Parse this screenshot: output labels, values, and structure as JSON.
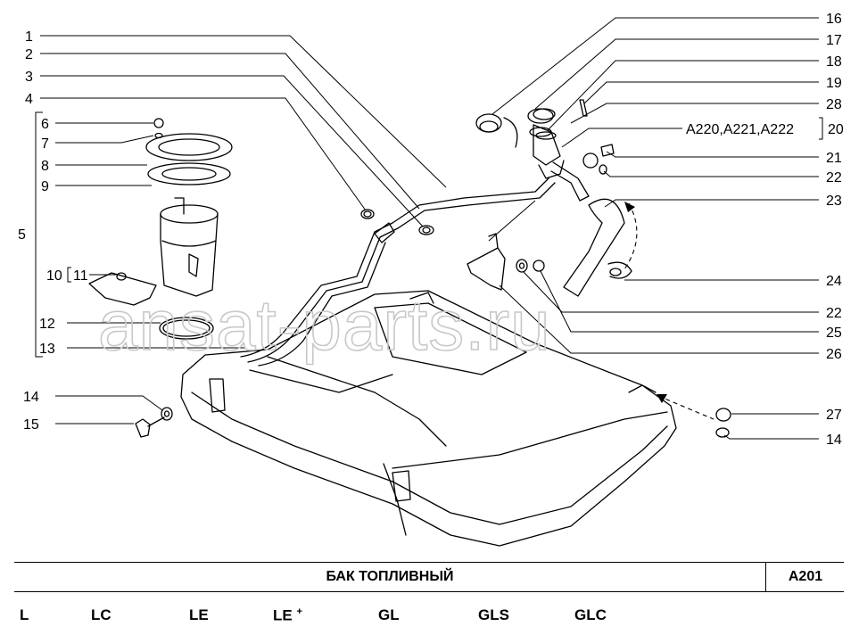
{
  "watermark": "ansat-parts.ru",
  "callouts": {
    "c1": "1",
    "c2": "2",
    "c3": "3",
    "c4": "4",
    "c5": "5",
    "c6": "6",
    "c7": "7",
    "c8": "8",
    "c9": "9",
    "c10": "10",
    "c11": "11",
    "c12": "12",
    "c13": "13",
    "c14a": "14",
    "c15": "15",
    "c16": "16",
    "c17": "17",
    "c18": "18",
    "c19": "19",
    "c28": "28",
    "c20": "20",
    "c20text": "A220,A221,A222",
    "c21": "21",
    "c22a": "22",
    "c23": "23",
    "c24": "24",
    "c22b": "22",
    "c25": "25",
    "c26": "26",
    "c27": "27",
    "c14b": "14"
  },
  "footer": {
    "title": "БАК   ТОПЛИВНЫЙ",
    "code": "A201",
    "trims": [
      "L",
      "LC",
      "LE",
      "LE",
      "GL",
      "GLS",
      "GLC"
    ],
    "le_plus_mark": "+"
  }
}
